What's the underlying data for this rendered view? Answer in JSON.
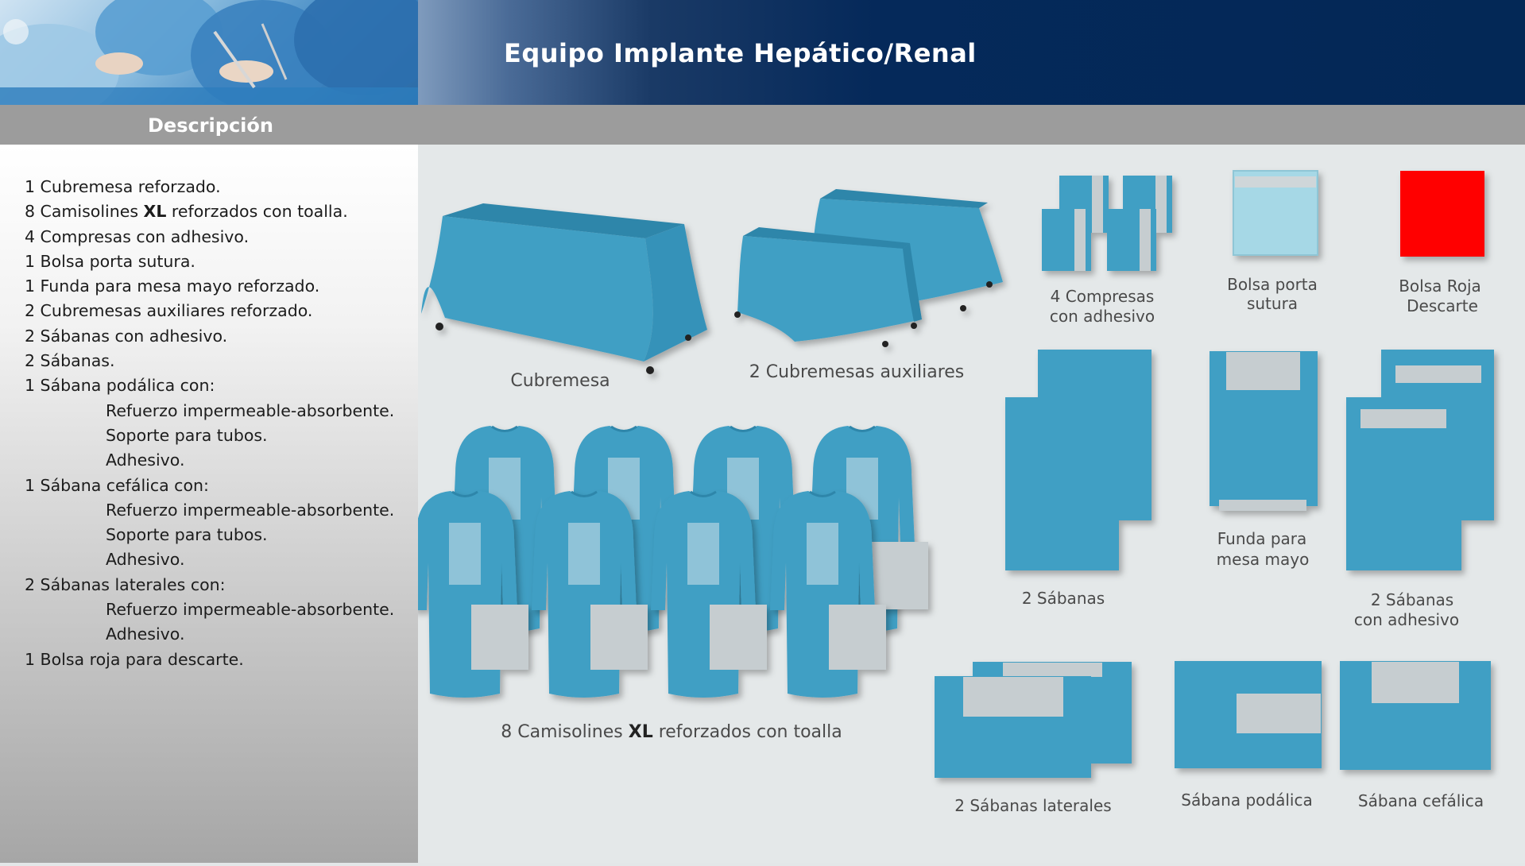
{
  "header": {
    "title": "Equipo Implante Hepático/Renal",
    "section": "Descripción"
  },
  "items": [
    {
      "pre": "1 Cubremesa reforzado.",
      "bold": "",
      "post": "",
      "sub": false
    },
    {
      "pre": "8 Camisolines ",
      "bold": "XL",
      "post": " reforzados con toalla.",
      "sub": false
    },
    {
      "pre": "4 Compresas con adhesivo.",
      "bold": "",
      "post": "",
      "sub": false
    },
    {
      "pre": "1 Bolsa porta sutura.",
      "bold": "",
      "post": "",
      "sub": false
    },
    {
      "pre": "1 Funda para mesa mayo reforzado.",
      "bold": "",
      "post": "",
      "sub": false
    },
    {
      "pre": "2 Cubremesas auxiliares reforzado.",
      "bold": "",
      "post": "",
      "sub": false
    },
    {
      "pre": "2 Sábanas con adhesivo.",
      "bold": "",
      "post": "",
      "sub": false
    },
    {
      "pre": "2 Sábanas.",
      "bold": "",
      "post": "",
      "sub": false
    },
    {
      "pre": "1 Sábana podálica con:",
      "bold": "",
      "post": "",
      "sub": false
    },
    {
      "pre": "Refuerzo impermeable-absorbente.",
      "bold": "",
      "post": "",
      "sub": true
    },
    {
      "pre": "Soporte para tubos.",
      "bold": "",
      "post": "",
      "sub": true
    },
    {
      "pre": "Adhesivo.",
      "bold": "",
      "post": "",
      "sub": true
    },
    {
      "pre": "1 Sábana cefálica con:",
      "bold": "",
      "post": "",
      "sub": false
    },
    {
      "pre": "Refuerzo impermeable-absorbente.",
      "bold": "",
      "post": "",
      "sub": true
    },
    {
      "pre": "Soporte para tubos.",
      "bold": "",
      "post": "",
      "sub": true
    },
    {
      "pre": "Adhesivo.",
      "bold": "",
      "post": "",
      "sub": true
    },
    {
      "pre": "2 Sábanas laterales con:",
      "bold": "",
      "post": "",
      "sub": false
    },
    {
      "pre": "Refuerzo impermeable-absorbente.",
      "bold": "",
      "post": "",
      "sub": true
    },
    {
      "pre": "Adhesivo.",
      "bold": "",
      "post": "",
      "sub": true
    },
    {
      "pre": "1 Bolsa roja para descarte.",
      "bold": "",
      "post": "",
      "sub": false
    }
  ],
  "captions": {
    "cubremesa": "Cubremesa",
    "cubremesas_aux": "2 Cubremesas auxiliares",
    "compresas_1": "4 Compresas",
    "compresas_2": "con adhesivo",
    "bolsa_sutura_1": "Bolsa porta",
    "bolsa_sutura_2": "sutura",
    "bolsa_roja_1": "Bolsa Roja",
    "bolsa_roja_2": "Descarte",
    "sabanas": "2 Sábanas",
    "funda_mayo_1": "Funda para",
    "funda_mayo_2": "mesa mayo",
    "sabanas_adhesivo_1": "2 Sábanas",
    "sabanas_adhesivo_2": "con adhesivo",
    "camisolines_pre": "8 Camisolines ",
    "camisolines_bold": "XL",
    "camisolines_post": " reforzados con toalla",
    "sabanas_laterales": "2 Sábanas laterales",
    "sabana_podalica": "Sábana podálica",
    "sabana_cefalica": "Sábana cefálica"
  },
  "colors": {
    "drape": "#3f9fc4",
    "drape_dark": "#2f86aa",
    "patch": "#c6cdd0",
    "red_bag": "#ff0000",
    "pouch": "#a6d8e6",
    "header_navy": "#032856",
    "subbar_gray": "#9c9c9c"
  }
}
